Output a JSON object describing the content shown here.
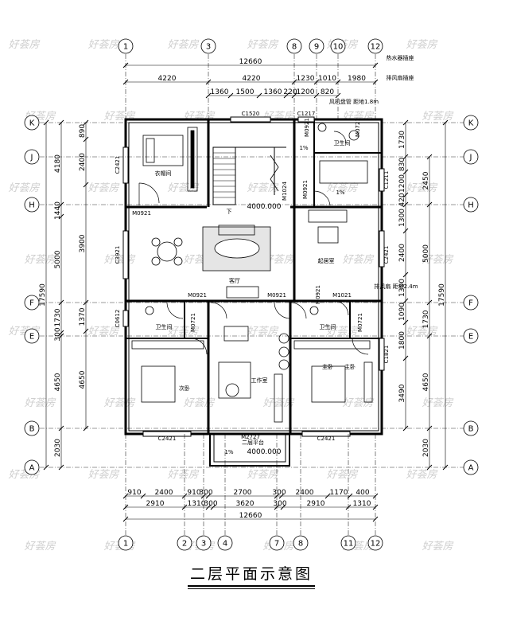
{
  "title": "二层平面示意图",
  "watermark": "好荟房",
  "grid_top": [
    "1",
    "3",
    "8",
    "9",
    "10",
    "12"
  ],
  "grid_bottom": [
    "1",
    "2",
    "3",
    "4",
    "7",
    "8",
    "11",
    "12"
  ],
  "grid_left": [
    "K",
    "J",
    "H",
    "F",
    "E",
    "B",
    "A"
  ],
  "top_dims": {
    "total": "12660",
    "row2": [
      "4220",
      "4220",
      "1230",
      "1010",
      "1980"
    ],
    "row3": [
      "1360",
      "1500",
      "1360",
      "220",
      "1200",
      "820"
    ]
  },
  "bottom_dims": {
    "row1": [
      "910",
      "2400",
      "910",
      "300",
      "2700",
      "300",
      "2400",
      "1170",
      "400"
    ],
    "row2": [
      "2910",
      "1310",
      "300",
      "3620",
      "300",
      "2910",
      "1310"
    ],
    "total": "12660"
  },
  "left_dims": {
    "outer": [
      "4180",
      "1440",
      "5000",
      "1730",
      "300",
      "4650",
      "2030"
    ],
    "inner": [
      "890",
      "2400",
      "3900",
      "1370",
      "4650"
    ],
    "total": "17590"
  },
  "right_dims": {
    "inner": [
      "1730",
      "830",
      "1200",
      "420",
      "1300",
      "2400",
      "1300",
      "1090",
      "1800",
      "3490"
    ],
    "outer": [
      "2450",
      "5000",
      "1730",
      "4650",
      "2030"
    ],
    "total": "17590"
  },
  "window_tags": [
    "C1520",
    "C1217",
    "C2421",
    "C3921",
    "C2421",
    "C0612",
    "C1821",
    "C2421",
    "C2421",
    "C1211"
  ],
  "door_tags": [
    "M0921",
    "M0721",
    "M1024",
    "M0921",
    "M0921",
    "M0921",
    "M0921",
    "M0721",
    "M0921",
    "M1021",
    "M0721",
    "M2727"
  ],
  "room_labels": [
    "衣帽间",
    "客厅",
    "起居室",
    "主卧",
    "卫生间",
    "卫生间",
    "卫生间",
    "次卧",
    "工作室",
    "主卧",
    "下",
    "二层平台"
  ],
  "notes": [
    "热水器插座",
    "排风扇插座",
    "风机盘管 距地1.8m",
    "排风扇 距地2.4m"
  ],
  "levels": [
    "4000.000",
    "4000.000"
  ],
  "slopes": [
    "1%",
    "1%",
    "1%"
  ]
}
